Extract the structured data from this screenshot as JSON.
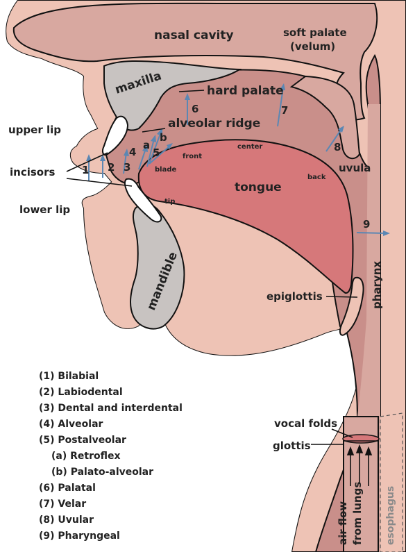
{
  "labels": {
    "nasal_cavity": "nasal cavity",
    "soft_palate_1": "soft palate",
    "soft_palate_2": "(velum)",
    "maxilla": "maxilla",
    "hard_palate": "hard palate",
    "alveolar_ridge": "alveolar ridge",
    "upper_lip": "upper lip",
    "incisors": "incisors",
    "lower_lip": "lower lip",
    "tongue": "tongue",
    "front": "front",
    "center": "center",
    "back": "back",
    "blade": "blade",
    "tip": "tip",
    "uvula": "uvula",
    "pharynx": "pharynx",
    "epiglottis": "epiglottis",
    "mandible": "mandible",
    "vocal_folds": "vocal folds",
    "glottis": "glottis",
    "air_flow_1": "air flow",
    "air_flow_2": "from lungs",
    "esophagus": "esophagus"
  },
  "place_numbers": {
    "n1": "1",
    "n2": "2",
    "n3": "3",
    "n4": "4",
    "n5": "5",
    "na": "a",
    "nb": "b",
    "n6": "6",
    "n7": "7",
    "n8": "8",
    "n9": "9"
  },
  "legend": [
    "(1) Bilabial",
    "(2) Labiodental",
    "(3) Dental and interdental",
    "(4) Alveolar",
    "(5) Postalveolar",
    "(a) Retroflex",
    "(b) Palato-alveolar",
    "(6) Palatal",
    "(7) Velar",
    "(8) Uvular",
    "(9) Pharyngeal"
  ],
  "colors": {
    "skin": "#eec3b5",
    "tissue": "#d8a8a0",
    "inner": "#c98f8a",
    "tongue": "#d6787a",
    "bone": "#c8c3c1",
    "teeth": "#ffffff",
    "arrow": "#5b87b3"
  }
}
